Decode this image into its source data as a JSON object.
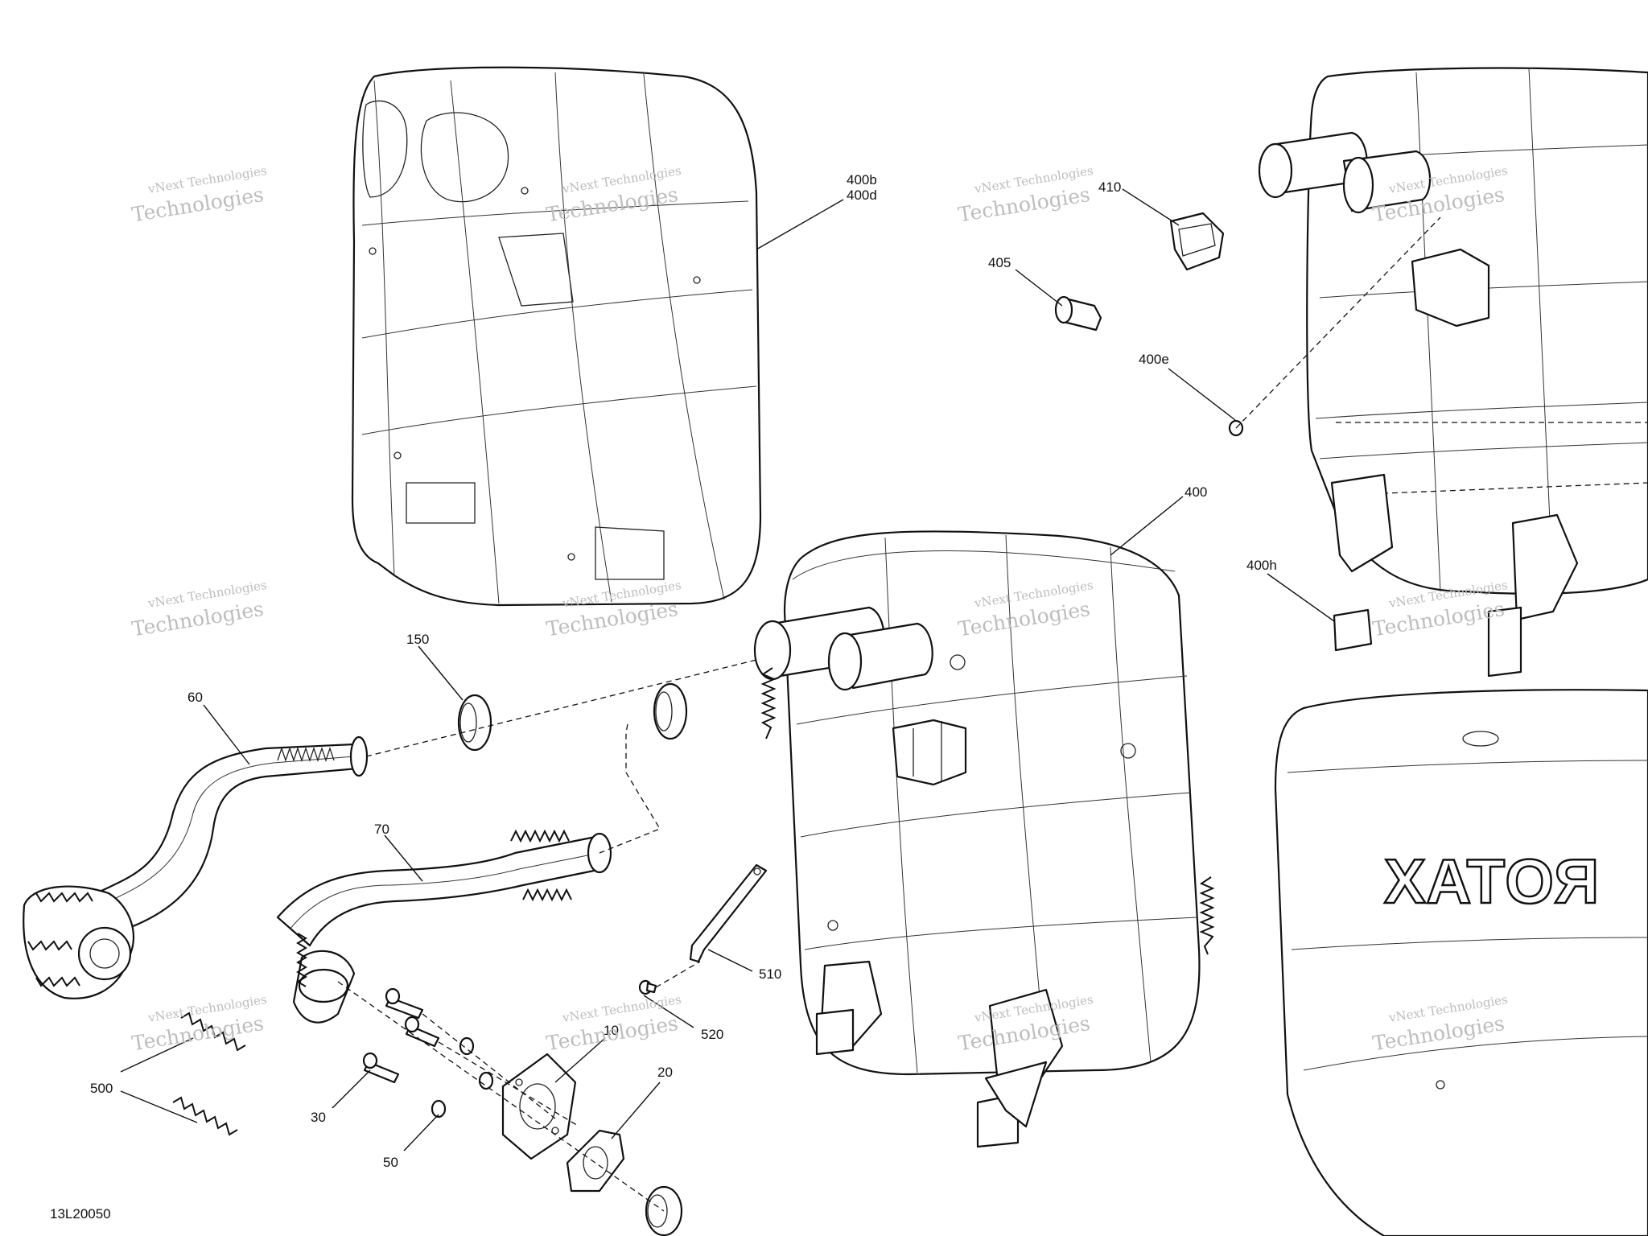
{
  "diagram": {
    "drawing_number": "13L20050",
    "embossed_text": "ROTAX",
    "watermark": {
      "line1": "vNext Technologies",
      "line2": "Technologies"
    },
    "callouts": [
      {
        "id": "c400bd",
        "lines": [
          "400b",
          "400d"
        ]
      },
      {
        "id": "c410",
        "lines": [
          "410"
        ]
      },
      {
        "id": "c405",
        "lines": [
          "405"
        ]
      },
      {
        "id": "c400e",
        "lines": [
          "400e"
        ]
      },
      {
        "id": "c400",
        "lines": [
          "400"
        ]
      },
      {
        "id": "c400h",
        "lines": [
          "400h"
        ]
      },
      {
        "id": "c150",
        "lines": [
          "150"
        ]
      },
      {
        "id": "c60",
        "lines": [
          "60"
        ]
      },
      {
        "id": "c70",
        "lines": [
          "70"
        ]
      },
      {
        "id": "c510",
        "lines": [
          "510"
        ]
      },
      {
        "id": "c520",
        "lines": [
          "520"
        ]
      },
      {
        "id": "c10",
        "lines": [
          "10"
        ]
      },
      {
        "id": "c20",
        "lines": [
          "20"
        ]
      },
      {
        "id": "c500",
        "lines": [
          "500"
        ]
      },
      {
        "id": "c30",
        "lines": [
          "30"
        ]
      },
      {
        "id": "c50",
        "lines": [
          "50"
        ]
      }
    ]
  }
}
